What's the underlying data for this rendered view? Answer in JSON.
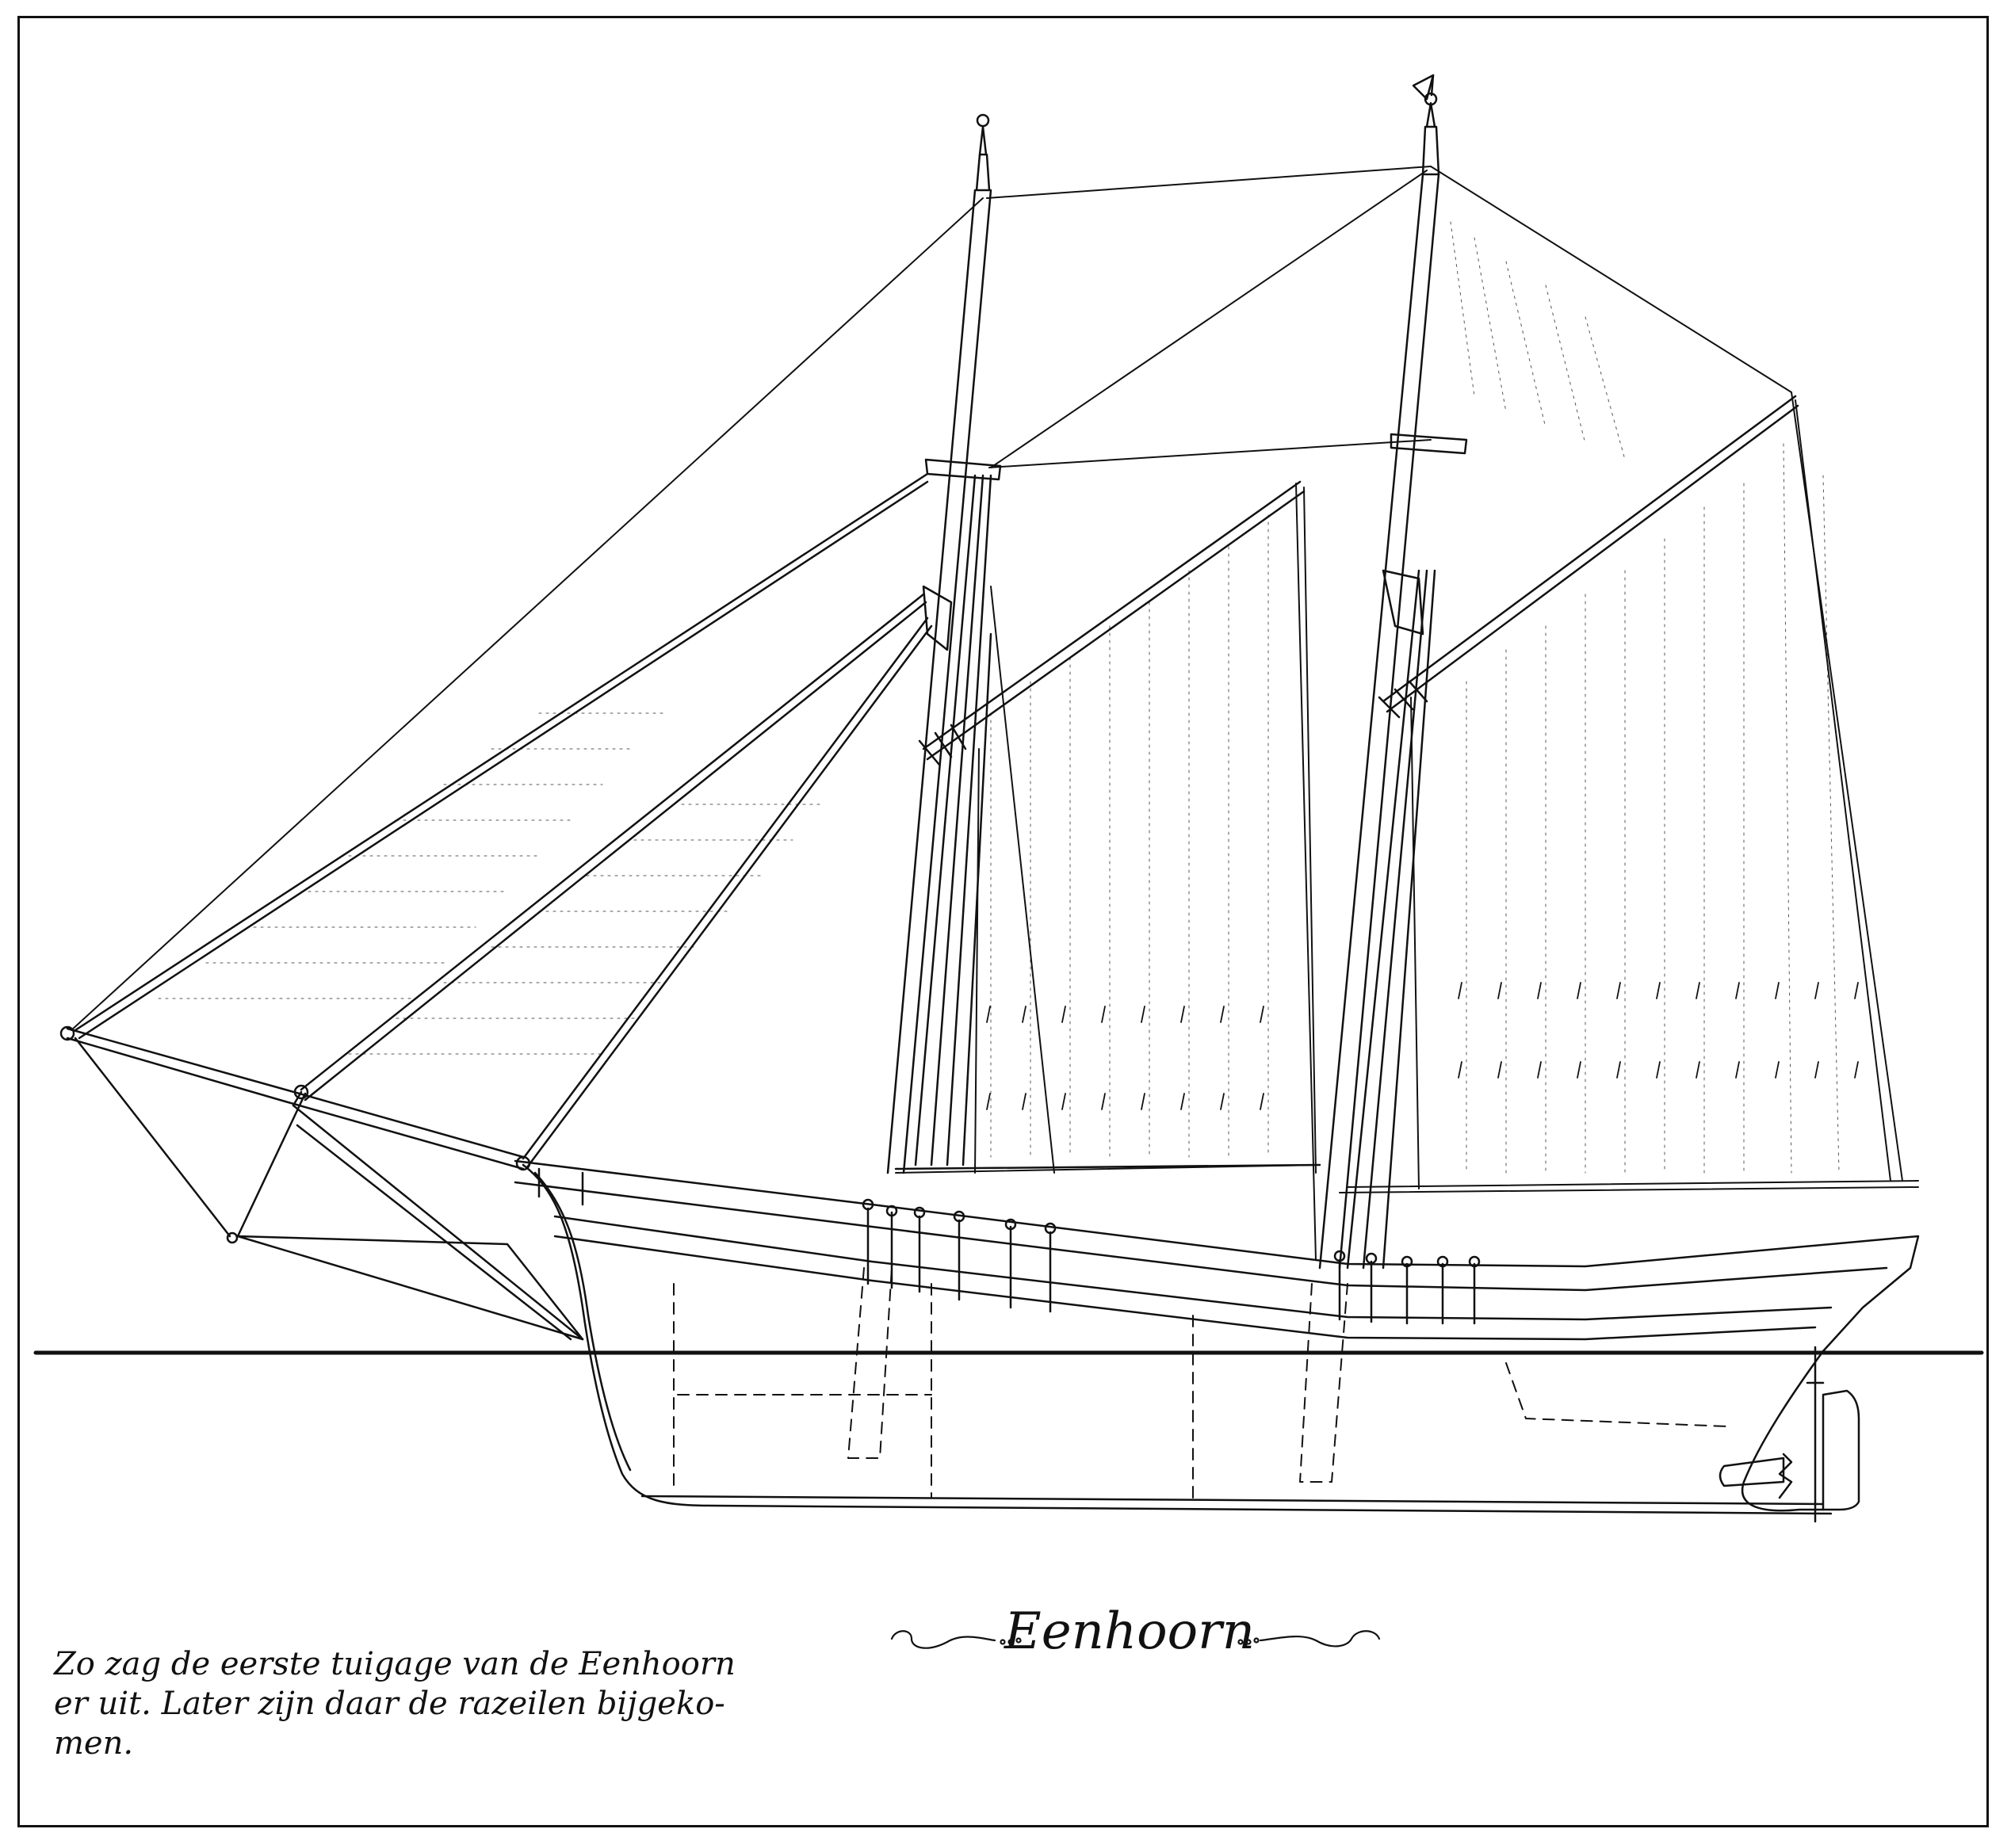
{
  "title": {
    "ship_name": "Eenhoorn"
  },
  "caption": {
    "line1": "Zo zag de eerste tuigage van de Eenhoorn",
    "line2": "er uit. Later zijn daar de razeilen bijgeko-",
    "line3": "men."
  },
  "colors": {
    "ink": "#111111",
    "paper": "#ffffff"
  }
}
